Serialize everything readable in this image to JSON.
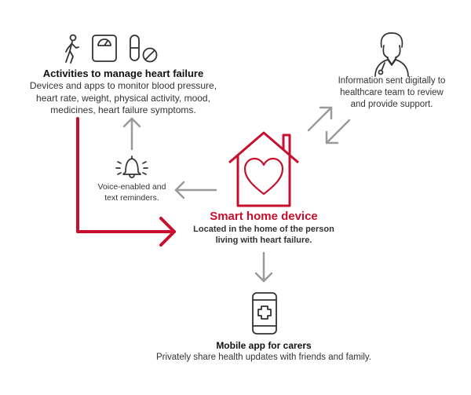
{
  "activities": {
    "title": "Activities to manage heart failure",
    "lines": [
      "Devices and apps to monitor blood pressure,",
      "heart rate, weight, physical activity, mood,",
      "medicines, heart failure symptoms."
    ]
  },
  "healthcare": {
    "lines": [
      "Information sent digitally to",
      "healthcare team to review",
      "and provide support."
    ]
  },
  "reminders": {
    "lines": [
      "Voice-enabled and",
      "text reminders."
    ]
  },
  "device": {
    "title": "Smart home device",
    "lines": [
      "Located in the home of the person",
      "living with heart failure."
    ]
  },
  "mobile": {
    "title": "Mobile app for carers",
    "text": "Privately share health updates with friends and family."
  },
  "colors": {
    "accent": "#c8102e",
    "arrow_gray": "#9a9a9a",
    "icon_dark": "#333333",
    "text": "#333333"
  },
  "icons": [
    "walking-person-icon",
    "weighing-scale-icon",
    "medicine-icon",
    "doctor-icon",
    "bell-icon",
    "house-heart-icon",
    "mobile-phone-icon"
  ]
}
